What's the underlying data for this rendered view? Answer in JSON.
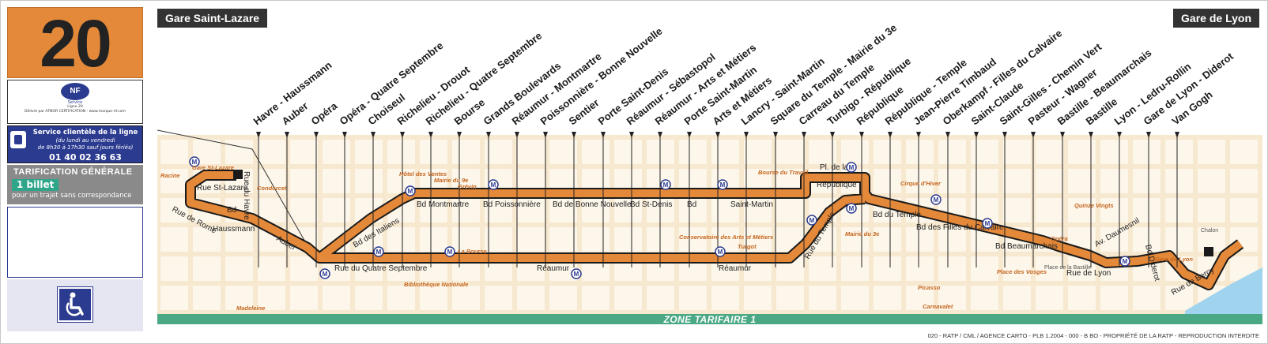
{
  "line": {
    "number": "20",
    "brand_color": "#e48839",
    "termini": {
      "start": "Gare Saint-Lazare",
      "end": "Gare de Lyon"
    }
  },
  "certification": {
    "logo_text": "NF",
    "service_name": "Service",
    "line_label": "Ligne 20",
    "delivered_by": "Délivré par AFNOR CERTIFICATION - www.marque-nf.com"
  },
  "service": {
    "title": "Service clientèle de la ligne",
    "hours_1": "(du lundi au vendredi",
    "hours_2": "de 8h30 à 17h30 sauf jours fériés)",
    "phone": "01 40 02 36 63"
  },
  "tarification": {
    "title": "TARIFICATION GÉNÉRALE",
    "tickets": "1 billet",
    "note": "pour un trajet sans correspondance"
  },
  "accessibility": {
    "icon": "wheelchair-icon"
  },
  "stops": [
    "Havre - Haussmann",
    "Auber",
    "Opéra",
    "Opéra - Quatre Septembre",
    "Choiseul",
    "Richelieu - Drouot",
    "Richelieu - Quatre Septembre",
    "Bourse",
    "Grands Boulevards",
    "Réaumur - Montmartre",
    "Poissonnière - Bonne Nouvelle",
    "Sentier",
    "Porte Saint-Denis",
    "Réaumur - Sébastopol",
    "Réaumur - Arts et Métiers",
    "Porte Saint-Martin",
    "Arts et Métiers",
    "Lancry - Saint-Martin",
    "Square du Temple - Mairie du 3e",
    "Carreau du Temple",
    "Turbigo - République",
    "République",
    "République - Temple",
    "Jean-Pierre Timbaud",
    "Oberkampf - Filles du Calvaire",
    "Saint-Claude",
    "Saint-Gilles - Chemin Vert",
    "Pasteur - Wagner",
    "Bastille - Beaumarchais",
    "Bastille",
    "Lyon - Ledru-Rollin",
    "Gare de Lyon - Diderot",
    "Van Gogh"
  ],
  "streets": {
    "haussmann": "Haussmann",
    "rue": "Rue",
    "auber": "Auber",
    "rue_du_havre": "Rue du Havre",
    "rue_st_lazare": "Rue St-Lazare",
    "rue_de_rome": "Rue de Rome",
    "bd": "Bd",
    "bd_des_italiens": "Bd des Italiens",
    "bd_montmartre": "Bd Montmartre",
    "bd_poissonniere": "Bd Poissonnière",
    "bd_bonne_nouvelle": "Bd de Bonne Nouvelle",
    "bd_st_denis": "Bd St-Denis",
    "saint_martin": "Saint-Martin",
    "rue_du_4_septembre": "Rue du Quatre Septembre",
    "reaumur": "Réaumur",
    "republique": "République",
    "pl_de_la": "Pl. de la",
    "rue_du_temple": "Rue du Temple",
    "bd_du_temple": "Bd du Temple",
    "bd_des_filles_du_calvaire": "Bd des Filles du Calvaire",
    "bd_beaumarchais": "Bd Beaumarchais",
    "rue_de_lyon": "Rue de Lyon",
    "av_daumesnil": "Av. Daumesnil",
    "bd_diderot": "Bd Diderot",
    "rue_de_bercy": "Rue de Bercy",
    "chalon": "Chalon",
    "place_de_la_bastille": "Place de la Bastille"
  },
  "pois": {
    "racine": "Racine",
    "gare_st_lazare": "Gare St-Lazare",
    "condorcet": "Condorcet",
    "hotel_des_ventes": "Hôtel des Ventes",
    "mairie_9": "Mairie du 9e",
    "grevin": "Grévin",
    "bourse_du_travail": "Bourse du Travail",
    "la_bourse": "La Bourse",
    "bibliotheque": "Bibliothèque Nationale",
    "conservatoire": "Conservatoire des Arts et Métiers",
    "turgot": "Turgot",
    "mairie_3": "Mairie du 3e",
    "cirque_hiver": "Cirque d'Hiver",
    "quinze_vingts": "Quinze Vingts",
    "opera_bastille": "Opéra",
    "gare_de_lyon": "Gare de Lyon",
    "place_des_vosges": "Place des Vosges",
    "picasso": "Picasso",
    "carnavalet": "Carnavalet",
    "madeleine": "Madeleine"
  },
  "zone": "ZONE TARIFAIRE 1",
  "copyright": "020 - RATP / CML / AGENCE CARTO - PLB 1.2004 - 000 - B BO - PROPRIÉTÉ DE LA RATP - REPRODUCTION INTERDITE",
  "colors": {
    "route": "#e48839",
    "metro": "#2b3b8f",
    "zone": "#4aa885",
    "water": "#9fd3ee",
    "block": "#f7e8d0"
  }
}
